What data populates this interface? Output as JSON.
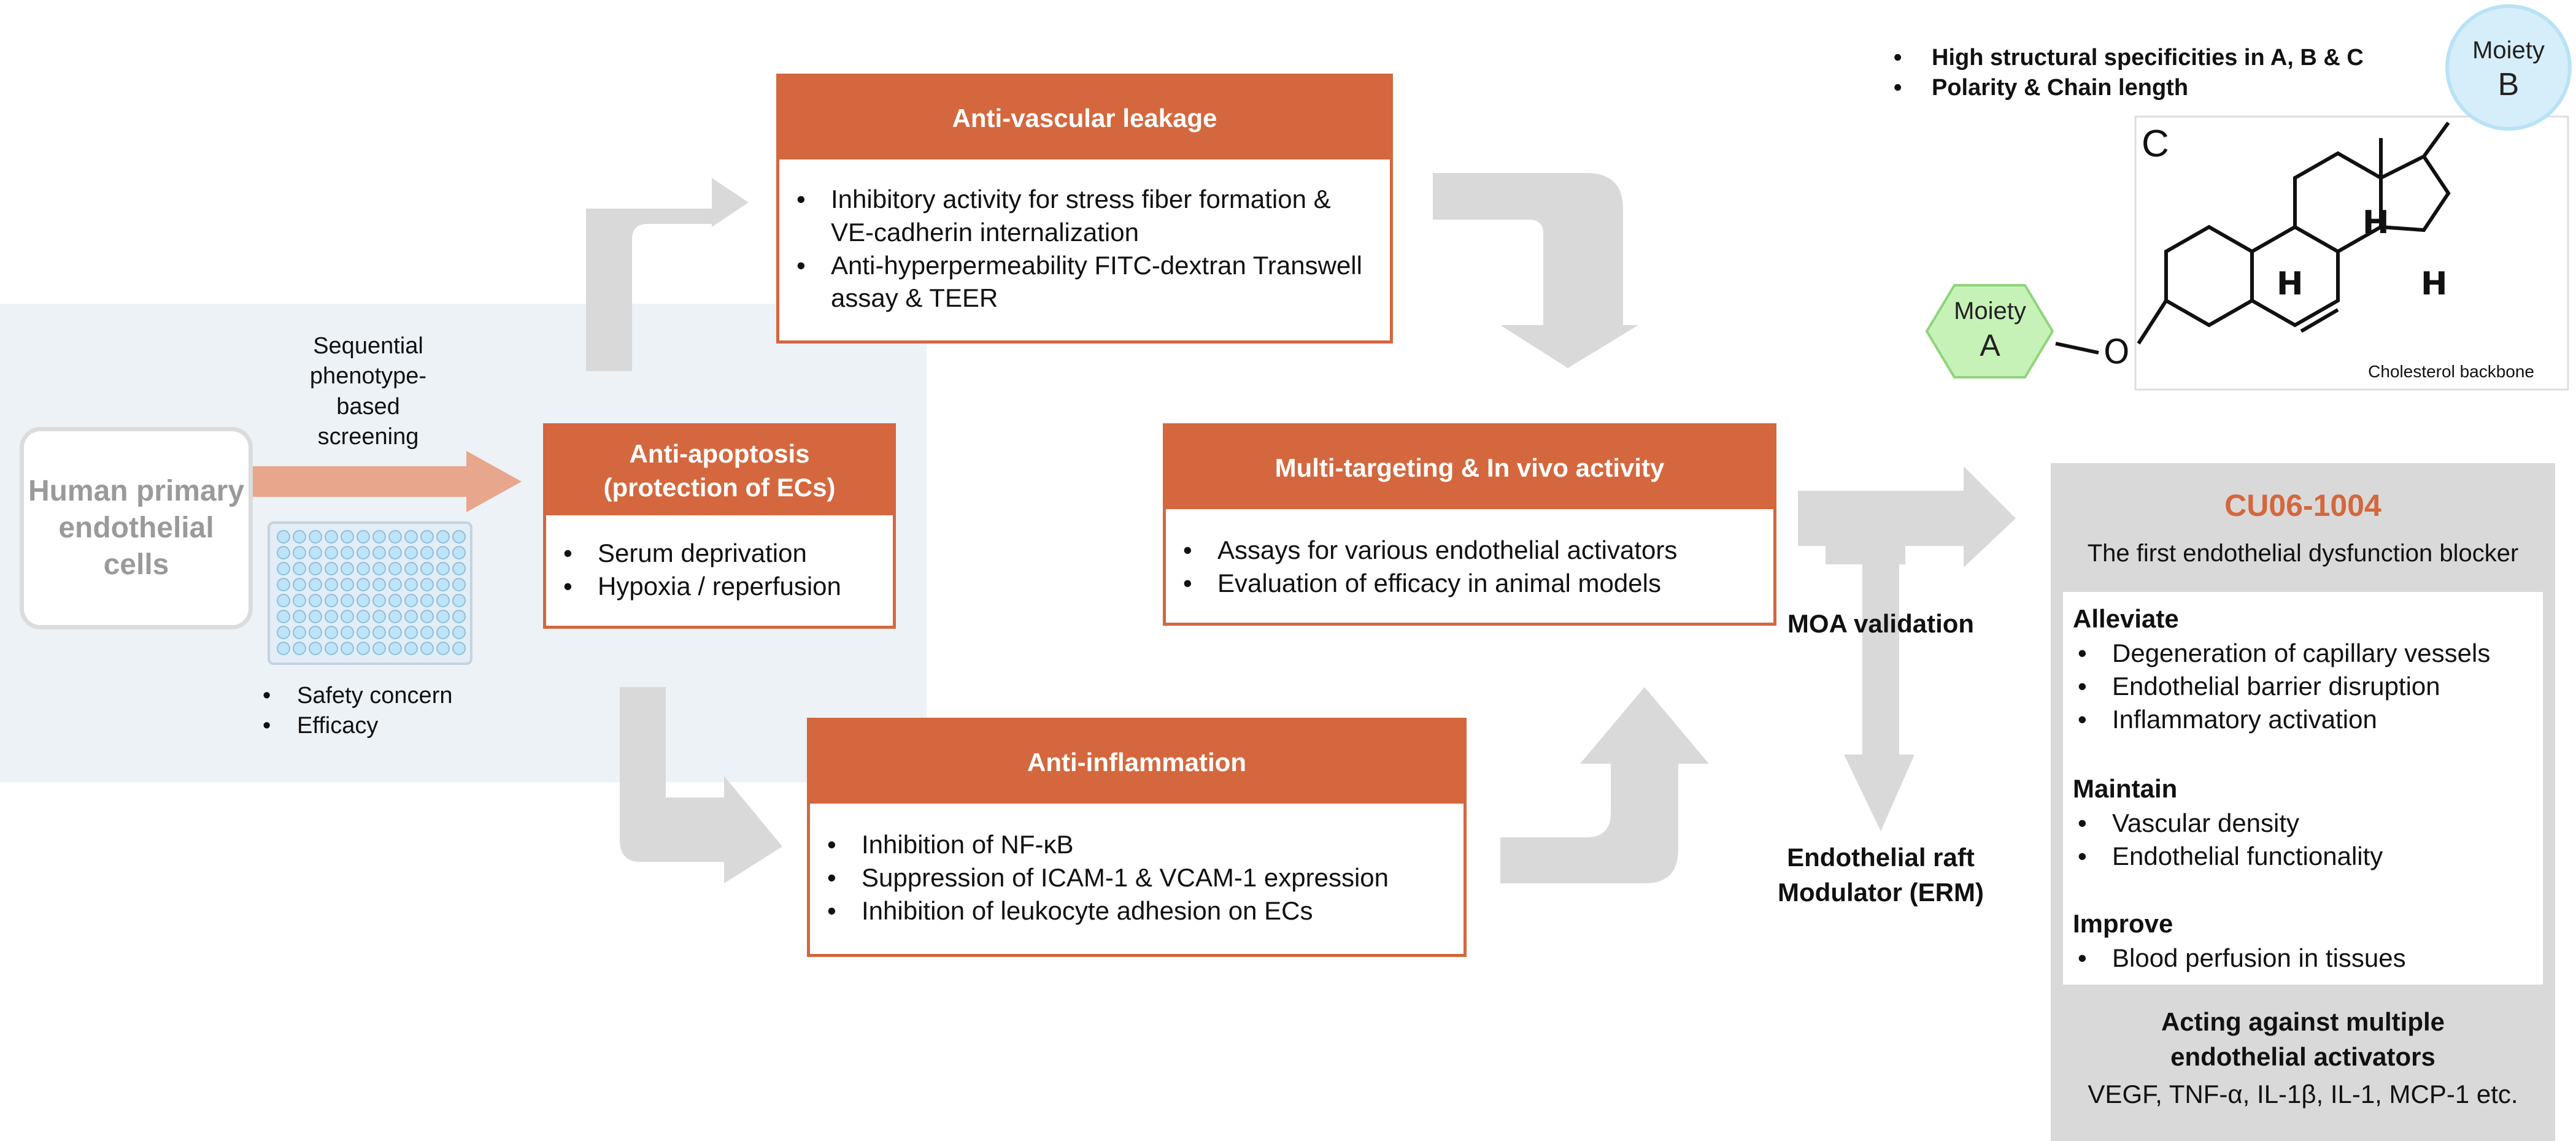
{
  "phenotype": {
    "label": "Sequential phenotype-based screening",
    "human_cells": "Human primary endothelial cells",
    "notes": [
      "Safety concern",
      "Efficacy"
    ]
  },
  "boxes": {
    "anti_apoptosis": {
      "title": "Anti-apoptosis (protection of ECs)",
      "items": [
        "Serum deprivation",
        "Hypoxia / reperfusion"
      ]
    },
    "anti_vascular": {
      "title": "Anti-vascular leakage",
      "items": [
        "Inhibitory activity for stress fiber formation & VE-cadherin internalization",
        "Anti-hyperpermeability FITC-dextran Transwell assay & TEER"
      ]
    },
    "anti_inflammation": {
      "title": "Anti-inflammation",
      "items": [
        "Inhibition of NF-κB",
        "Suppression of ICAM-1 & VCAM-1 expression",
        "Inhibition of leukocyte adhesion on ECs"
      ]
    },
    "multi_targeting": {
      "title": "Multi-targeting & In vivo activity",
      "items": [
        "Assays for various endothelial activators",
        "Evaluation of efficacy in animal models"
      ]
    }
  },
  "moa": {
    "label": "MOA validation",
    "erm": "Endothelial raft Modulator (ERM)"
  },
  "structure": {
    "bullets": [
      "High structural specificities in A, B & C",
      "Polarity & Chain length"
    ],
    "moiety_a": "Moiety A",
    "moiety_b": "Moiety B",
    "c_label": "C",
    "h_label": "H",
    "o_label": "O",
    "backbone": "Cholesterol backbone"
  },
  "cu": {
    "title": "CU06-1004",
    "subtitle": "The first endothelial dysfunction blocker",
    "alleviate": {
      "heading": "Alleviate",
      "items": [
        "Degeneration of capillary vessels",
        "Endothelial barrier disruption",
        "Inflammatory activation"
      ]
    },
    "maintain": {
      "heading": "Maintain",
      "items": [
        "Vascular density",
        "Endothelial functionality"
      ]
    },
    "improve": {
      "heading": "Improve",
      "items": [
        "Blood perfusion in tissues"
      ]
    },
    "acting": "Acting against multiple endothelial activators",
    "activators": "VEGF, TNF-α, IL-1β, IL-1, MCP-1 etc."
  },
  "colors": {
    "accent": "#d4673e",
    "arrow_gray": "#d9d9d9",
    "panel": "#edf2f6",
    "moiety_a": "#c6f2b8",
    "moiety_b": "#d6eef9"
  }
}
